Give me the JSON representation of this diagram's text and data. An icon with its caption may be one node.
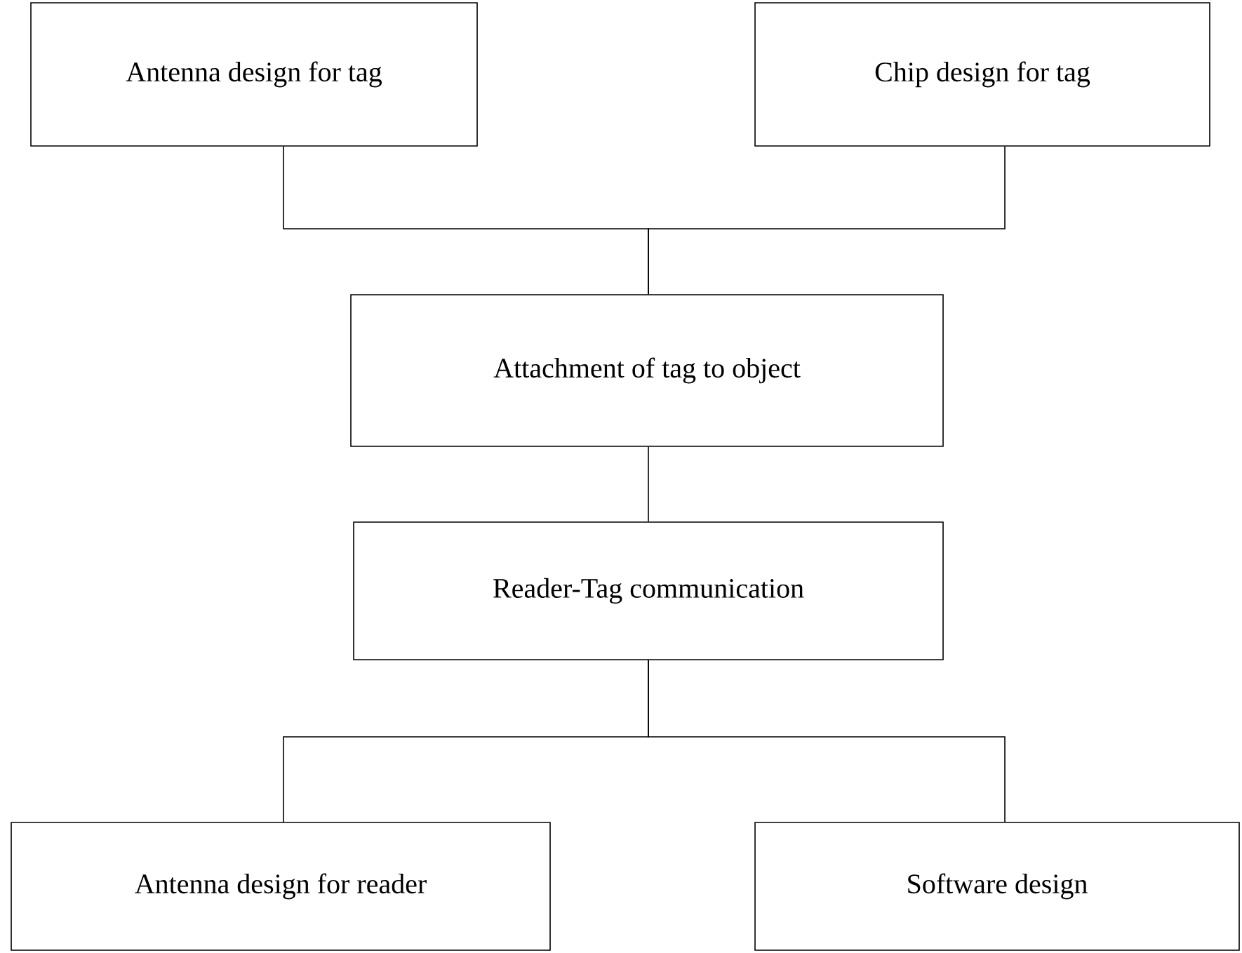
{
  "diagram": {
    "nodes": [
      {
        "text": [
          "Antenna design for tag"
        ]
      },
      {
        "text": [
          "Chip design for tag"
        ]
      },
      {
        "text": [
          "Attachment of tag to object"
        ]
      },
      {
        "text": [
          "Reader-Tag communication"
        ]
      },
      {
        "text": [
          "Antenna design for reader"
        ]
      },
      {
        "text": [
          "Software design"
        ]
      }
    ],
    "edges": [
      {
        "from": 0,
        "to": 2,
        "arrow": "none"
      },
      {
        "from": 1,
        "to": 2,
        "arrow": "none"
      },
      {
        "from": 2,
        "to": 3,
        "arrow": "none"
      },
      {
        "from": 3,
        "to": 4,
        "arrow": "none"
      },
      {
        "from": 3,
        "to": 5,
        "arrow": "none"
      }
    ]
  }
}
